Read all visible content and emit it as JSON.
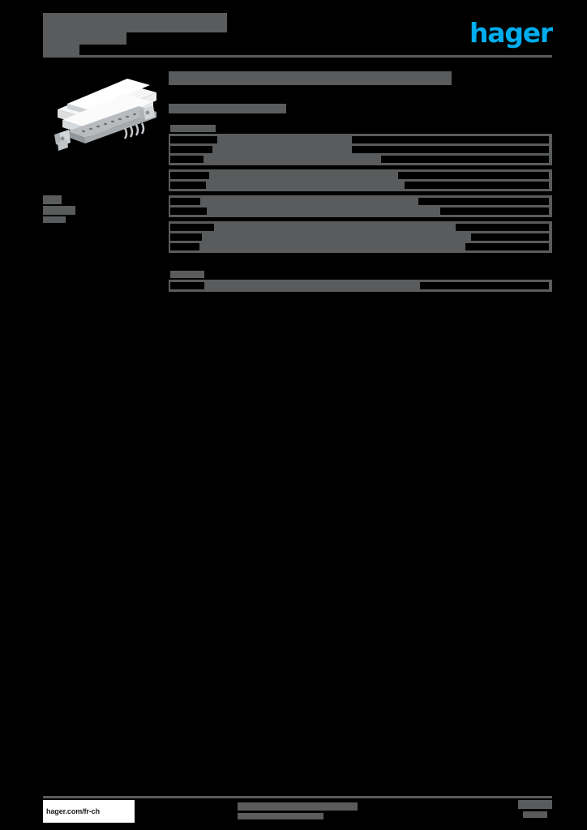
{
  "document": {
    "background_color": "#000000",
    "redaction_color": "#595b5c",
    "brand_color": "#00adee"
  },
  "header": {
    "title": "",
    "subtitle_line1": "",
    "subtitle_line2": "",
    "rule": true
  },
  "brand": {
    "wordmark": "hager",
    "logo_name": "hager-logo",
    "color": "#00adee"
  },
  "left_column": {
    "product_image": {
      "name": "product-photo",
      "alt": "busbar rail assembly product photograph"
    },
    "reference_block": {
      "lines": [
        "",
        "",
        ""
      ]
    }
  },
  "main": {
    "heading": "",
    "subheading": "",
    "sections": [
      {
        "label": "",
        "rows": [
          {
            "shaded": true,
            "labels": [
              "",
              "",
              ""
            ],
            "values": [
              "",
              "",
              ""
            ],
            "value_widths": [
              243,
              243,
              207
            ],
            "label_widths": [
              58,
              52,
              41
            ]
          },
          {
            "shaded": true,
            "labels": [
              "",
              ""
            ],
            "values": [
              "",
              ""
            ],
            "value_widths": [
              186,
              178
            ],
            "label_widths": [
              48,
              44
            ]
          },
          {
            "shaded": true,
            "labels": [
              "",
              ""
            ],
            "values": [
              "",
              ""
            ],
            "value_widths": [
              161,
              134
            ],
            "label_widths": [
              37,
              45
            ]
          },
          {
            "shaded": true,
            "labels": [
              "",
              "",
              ""
            ],
            "values": [
              "",
              "",
              ""
            ],
            "value_widths": [
              115,
              96,
              103
            ],
            "label_widths": [
              54,
              39,
              36
            ]
          }
        ]
      },
      {
        "label": "",
        "rows": [
          {
            "shaded": true,
            "labels": [
              ""
            ],
            "values": [
              ""
            ],
            "value_widths": [
              159
            ],
            "label_widths": [
              42
            ]
          }
        ]
      }
    ]
  },
  "footer": {
    "rule": true,
    "url": "hager.com/fr-ch",
    "center_line1": "",
    "center_line2": "",
    "page_number": ""
  }
}
